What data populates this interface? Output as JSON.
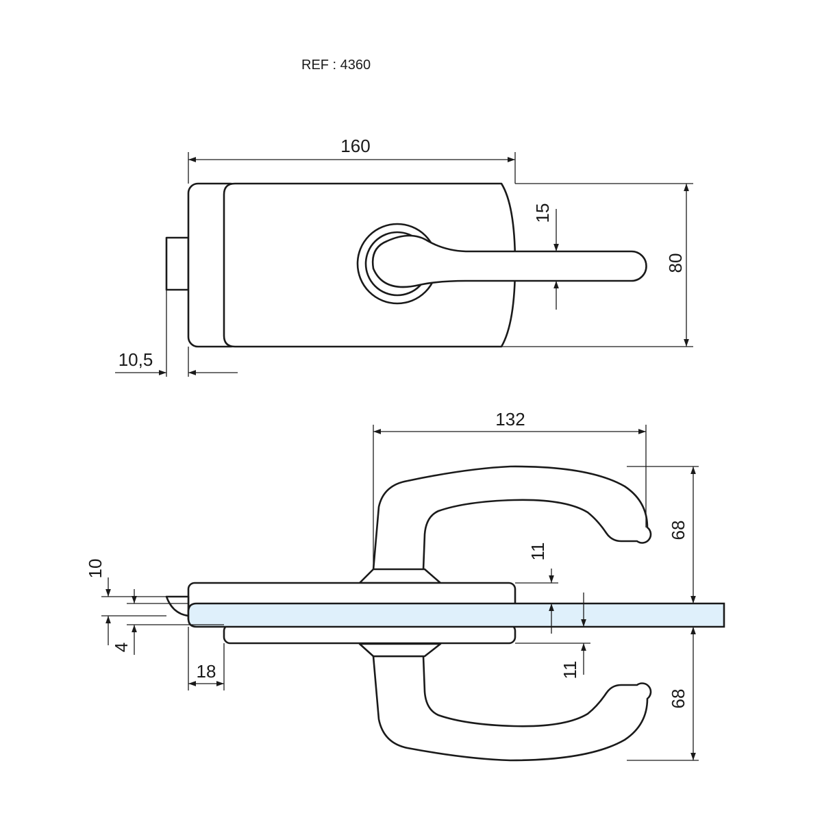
{
  "header": {
    "reference": "REF : 4360"
  },
  "dimensions": {
    "front_width": "160",
    "front_height": "80",
    "handle_offset": "15",
    "latch_projection": "10,5",
    "lever_length": "132",
    "lever_height_top": "68",
    "lever_height_bottom": "68",
    "body_thickness_top": "11",
    "body_thickness_bottom": "11",
    "latch_height": "10",
    "latch_offset": "4",
    "body_inset": "18"
  },
  "colors": {
    "glass": "#dff0fb",
    "line": "#1a1a1a"
  }
}
